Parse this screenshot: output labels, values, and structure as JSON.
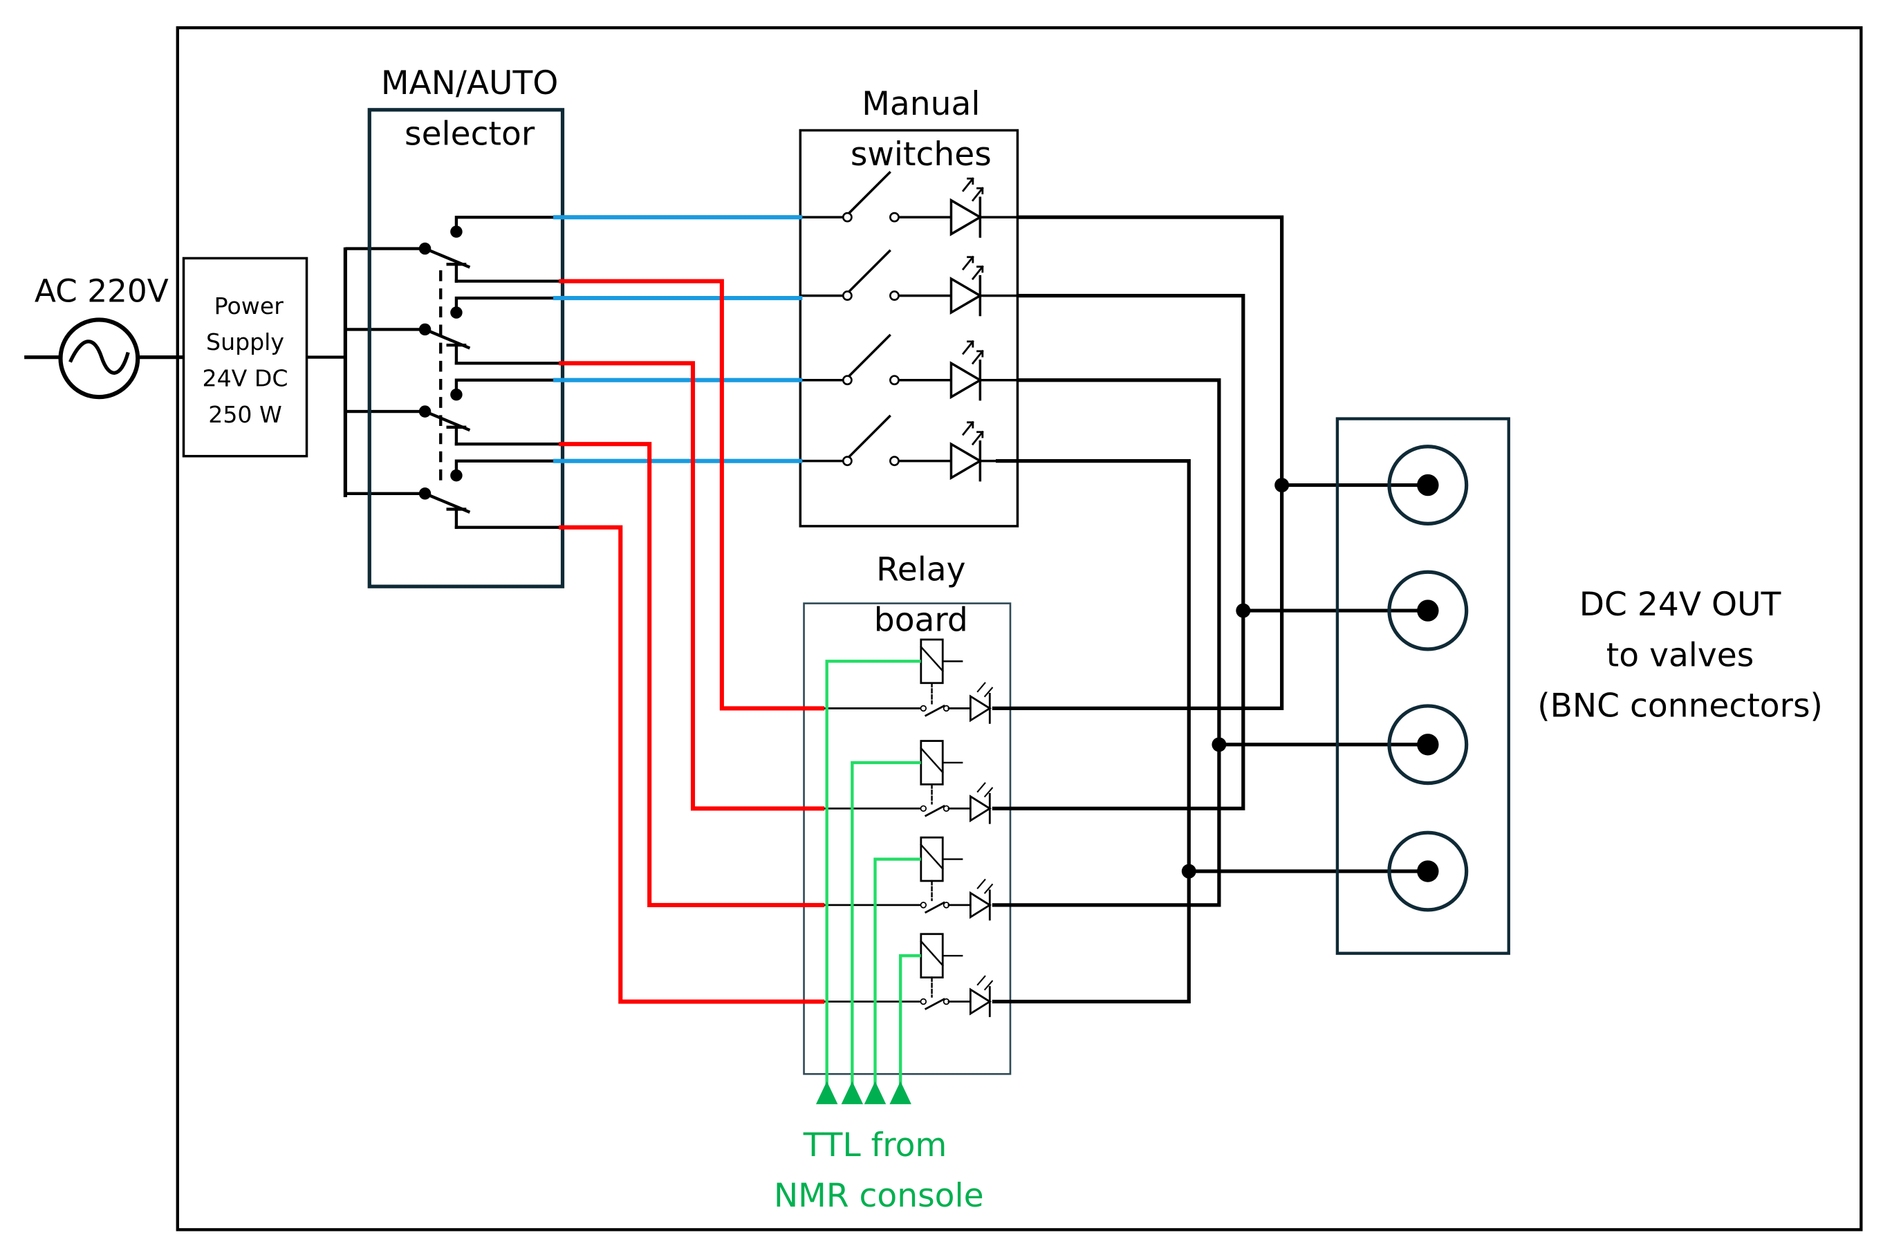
{
  "diagram": {
    "title": "",
    "colors": {
      "frame": "#000000",
      "box_stroke": "#0f2a36",
      "wire_black": "#000000",
      "wire_manual": "#1a9be0",
      "wire_auto": "#ff0000",
      "wire_ttl": "#22dd66",
      "ttl_text": "#00b050"
    },
    "ac_source": {
      "label": "AC 220V"
    },
    "power_supply": {
      "lines": [
        "Power",
        "Supply",
        "24V DC",
        "250 W"
      ]
    },
    "selector": {
      "lines": [
        "MAN/AUTO",
        "selector"
      ],
      "channels": 4
    },
    "manual_switches": {
      "lines": [
        "Manual",
        "switches"
      ],
      "channels": 4
    },
    "relay_board": {
      "lines": [
        "Relay",
        "board"
      ],
      "channels": 4
    },
    "ttl_input": {
      "lines": [
        "TTL from",
        "NMR console"
      ],
      "inputs": 4
    },
    "output": {
      "lines": [
        "DC 24V OUT",
        "to valves",
        "(BNC connectors)"
      ],
      "connectors": 4
    }
  }
}
